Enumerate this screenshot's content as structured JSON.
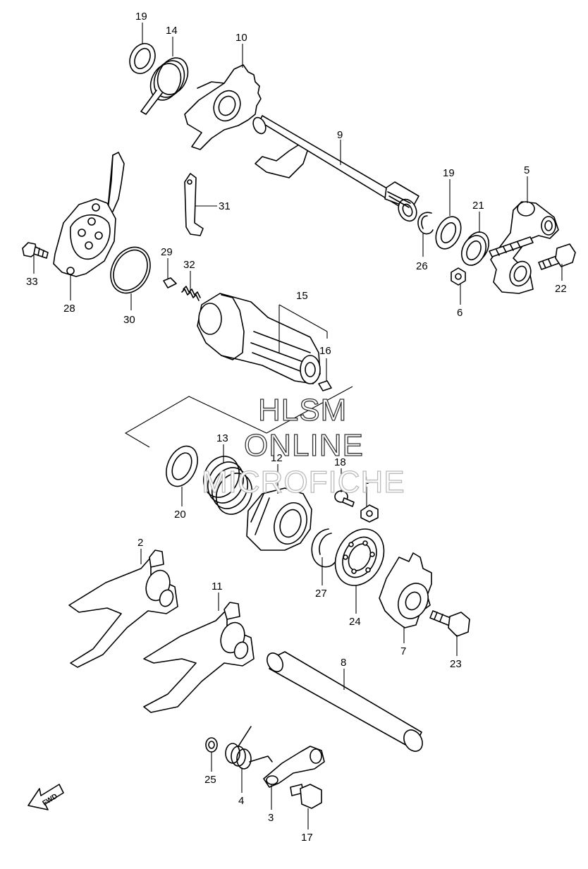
{
  "watermark": {
    "line1": "HLSM",
    "line2": "ONLINE",
    "line3": "MICROFICHE"
  },
  "direction_arrow": {
    "label": "FWD",
    "icon": "fwd-arrow-icon"
  },
  "callouts": [
    {
      "id": "c19a",
      "label": "19"
    },
    {
      "id": "c14",
      "label": "14"
    },
    {
      "id": "c10",
      "label": "10"
    },
    {
      "id": "c9",
      "label": "9"
    },
    {
      "id": "c31",
      "label": "31"
    },
    {
      "id": "c5",
      "label": "5"
    },
    {
      "id": "c19b",
      "label": "19"
    },
    {
      "id": "c21",
      "label": "21"
    },
    {
      "id": "c26",
      "label": "26"
    },
    {
      "id": "c6",
      "label": "6"
    },
    {
      "id": "c22",
      "label": "22"
    },
    {
      "id": "c33",
      "label": "33"
    },
    {
      "id": "c28",
      "label": "28"
    },
    {
      "id": "c29",
      "label": "29"
    },
    {
      "id": "c32",
      "label": "32"
    },
    {
      "id": "c30",
      "label": "30"
    },
    {
      "id": "c15",
      "label": "15"
    },
    {
      "id": "c16",
      "label": "16"
    },
    {
      "id": "c13",
      "label": "13"
    },
    {
      "id": "c12",
      "label": "12"
    },
    {
      "id": "c18",
      "label": "18"
    },
    {
      "id": "c1",
      "label": "1"
    },
    {
      "id": "c20",
      "label": "20"
    },
    {
      "id": "c2",
      "label": "2"
    },
    {
      "id": "c27",
      "label": "27"
    },
    {
      "id": "c24",
      "label": "24"
    },
    {
      "id": "c7",
      "label": "7"
    },
    {
      "id": "c23",
      "label": "23"
    },
    {
      "id": "c11",
      "label": "11"
    },
    {
      "id": "c8",
      "label": "8"
    },
    {
      "id": "c25",
      "label": "25"
    },
    {
      "id": "c4",
      "label": "4"
    },
    {
      "id": "c3",
      "label": "3"
    },
    {
      "id": "c17",
      "label": "17"
    }
  ]
}
